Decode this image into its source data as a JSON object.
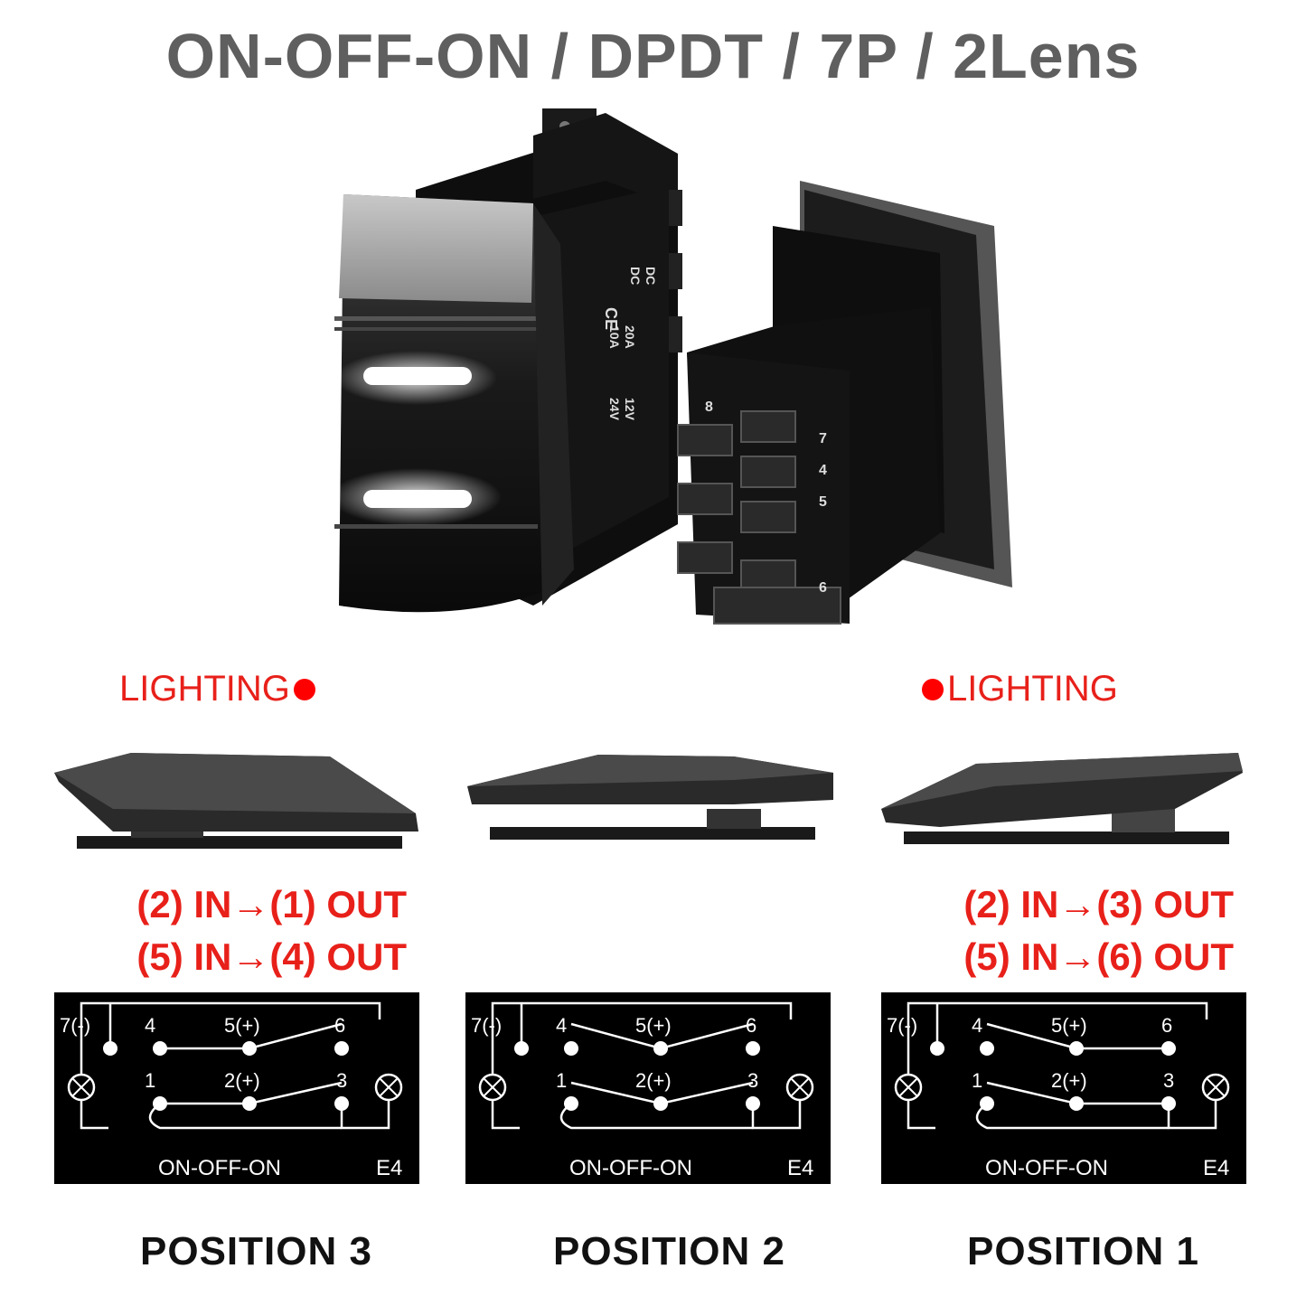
{
  "title": "ON-OFF-ON / DPDT / 7P / 2Lens",
  "switch_markings": {
    "ratings": [
      "12V",
      "24V",
      "20A",
      "10A",
      "DC",
      "DC"
    ],
    "ce": "CE",
    "terminals": [
      "8",
      "7",
      "4",
      "5",
      "6"
    ]
  },
  "lighting_left": "LIGHTING",
  "lighting_right": "LIGHTING",
  "positions": [
    {
      "label": "POSITION 3",
      "connections": [
        "(2) IN→(1) OUT",
        "(5) IN→(4) OUT"
      ],
      "diagram": {
        "ground": "7(-)",
        "t4": "4",
        "t5": "5(+)",
        "t6": "6",
        "t1": "1",
        "t2": "2(+)",
        "t3": "3",
        "mode": "ON-OFF-ON",
        "code": "E4"
      }
    },
    {
      "label": "POSITION 2",
      "connections": [],
      "diagram": {
        "ground": "7(-)",
        "t4": "4",
        "t5": "5(+)",
        "t6": "6",
        "t1": "1",
        "t2": "2(+)",
        "t3": "3",
        "mode": "ON-OFF-ON",
        "code": "E4"
      }
    },
    {
      "label": "POSITION 1",
      "connections": [
        "(2) IN→(3) OUT",
        "(5) IN→(6) OUT"
      ],
      "diagram": {
        "ground": "7(-)",
        "t4": "4",
        "t5": "5(+)",
        "t6": "6",
        "t1": "1",
        "t2": "2(+)",
        "t3": "3",
        "mode": "ON-OFF-ON",
        "code": "E4"
      }
    }
  ],
  "colors": {
    "title": "#5f5f5f",
    "accent_red": "#e8201a",
    "lamp_white": "#ffffff",
    "body_black": "#111111"
  }
}
